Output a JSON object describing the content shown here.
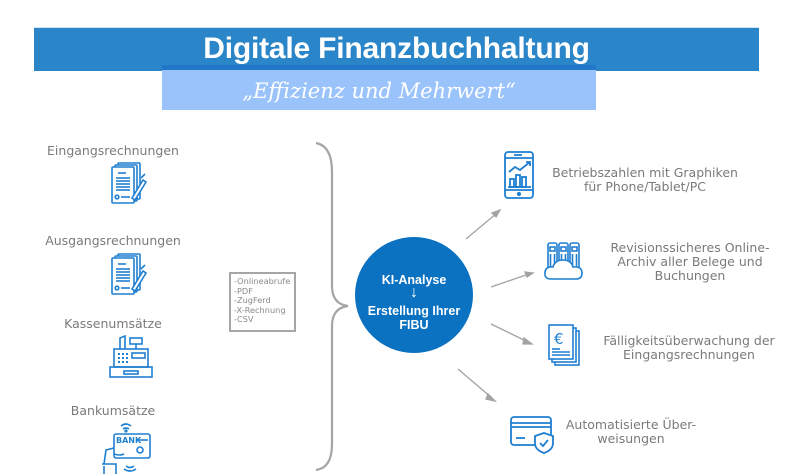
{
  "header": {
    "title": "Digitale Finanzbuchhaltung",
    "subtitle": "„Effizienz und Mehrwert“",
    "colors": {
      "title_bar": "#2a86c9",
      "subtitle_bar": "#9ac3fb",
      "accent": "#0b72c1",
      "icon": "#1f7fd1",
      "text_gray": "#7a7a7a"
    }
  },
  "sources": [
    {
      "label": "Eingangsrechnungen",
      "icon": "invoice-document-pen-icon"
    },
    {
      "label": "Ausgangsrechnungen",
      "icon": "invoice-document-pen-icon"
    },
    {
      "label": "Kassenumsätze",
      "icon": "cash-register-icon"
    },
    {
      "label": "Bankumsätze",
      "icon": "bank-card-contactless-icon",
      "icon_text": "BANK"
    }
  ],
  "formats": {
    "items": [
      "-Onlineabrufe",
      "-PDF",
      "-ZugFerd",
      "-X-Rechnung",
      "-CSV"
    ]
  },
  "center": {
    "line1": "KI-Analyse",
    "arrow": "↓",
    "line2": "Erstellung Ihrer",
    "line3": "FIBU"
  },
  "outputs": [
    {
      "lines": [
        "Betriebszahlen mit Graphiken",
        "für Phone/Tablet/PC"
      ],
      "icon": "smartphone-chart-icon"
    },
    {
      "lines": [
        "Revisionssicheres Online-",
        "Archiv aller Belege und",
        "Buchungen"
      ],
      "icon": "cloud-archive-icon"
    },
    {
      "lines": [
        "Fälligkeitsüberwachung der",
        "Eingangsrechnungen"
      ],
      "icon": "euro-documents-icon",
      "icon_text": "€"
    },
    {
      "lines": [
        "Automatisierte Über-",
        "weisungen"
      ],
      "icon": "credit-card-shield-icon"
    }
  ]
}
